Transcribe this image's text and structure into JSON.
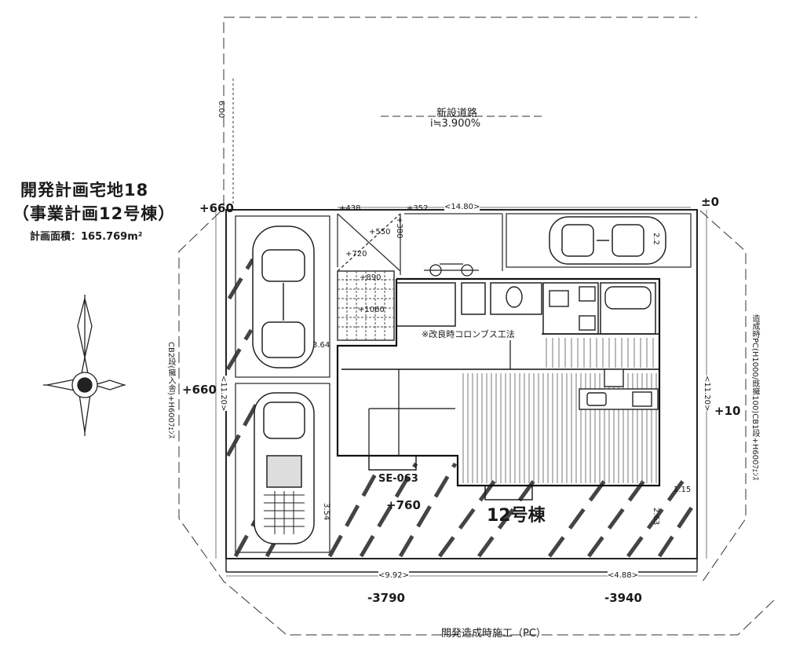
{
  "title": {
    "line1": "開発計画宅地18",
    "line2": "（事業計画12号棟）",
    "area": "計画面積：165.769m²"
  },
  "road": {
    "name": "新設道路",
    "slope": "i≒3.900%",
    "width_label": "6.00"
  },
  "levels": {
    "top_left": "+660",
    "top_right": "±0",
    "left_mid": "+660",
    "right_mid": "+10",
    "bottom_center": "+760",
    "bottom_left": "-3790",
    "bottom_right": "-3940",
    "steps": [
      "+438",
      "+352",
      "+550",
      "+380",
      "+720",
      "+890",
      "+1060"
    ]
  },
  "dims": {
    "top": "<14.80>",
    "left": "<11.20>",
    "right": "<11.20>",
    "bottom_left": "<9.92>",
    "bottom_right": "<4.88>",
    "d364": "3.64",
    "d354": "3.54",
    "d115": "1.15",
    "d263": "2.63",
    "d22": "2.2"
  },
  "notes": {
    "improvement": "※改良時コロンブス工法",
    "unit": "SE-063",
    "house": "12号棟",
    "bottom": "開発造成時施工（PC）",
    "left_fence": "CB2段(擁入舎)+H600ﾌｪﾝｽ",
    "right_fence": "造成時PC(H1000/既擁100)CB1段+H600ﾌｪﾝｽ"
  }
}
